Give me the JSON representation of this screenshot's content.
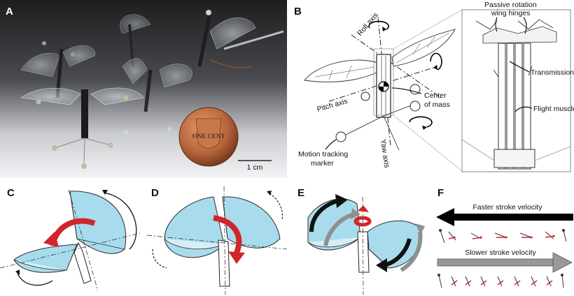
{
  "panels": {
    "a": {
      "label": "A",
      "scale_bar": "1 cm",
      "coin_text": "ONE CENT"
    },
    "b": {
      "label": "B",
      "roll_axis": "Roll axis",
      "pitch_axis": "Pitch axis",
      "yaw_axis": "Yaw axis",
      "center_of_mass_1": "Center",
      "center_of_mass_2": "of mass",
      "motion_marker_1": "Motion tracking",
      "motion_marker_2": "marker",
      "hinges_1": "Passive rotation",
      "hinges_2": "wing hinges",
      "transmissions": "Transmissions",
      "flight_muscles": "Flight muscles"
    },
    "c": {
      "label": "C"
    },
    "d": {
      "label": "D"
    },
    "e": {
      "label": "E"
    },
    "f": {
      "label": "F",
      "faster": "Faster stroke velocity",
      "slower": "Slower stroke velocity"
    }
  },
  "colors": {
    "wing_fill": "#a8dced",
    "wing_dark": "#73c6de",
    "torque_arrow": "#d0262b",
    "muted_arrow": "#8f8f8f",
    "background_dark": "#2a2a2a"
  }
}
